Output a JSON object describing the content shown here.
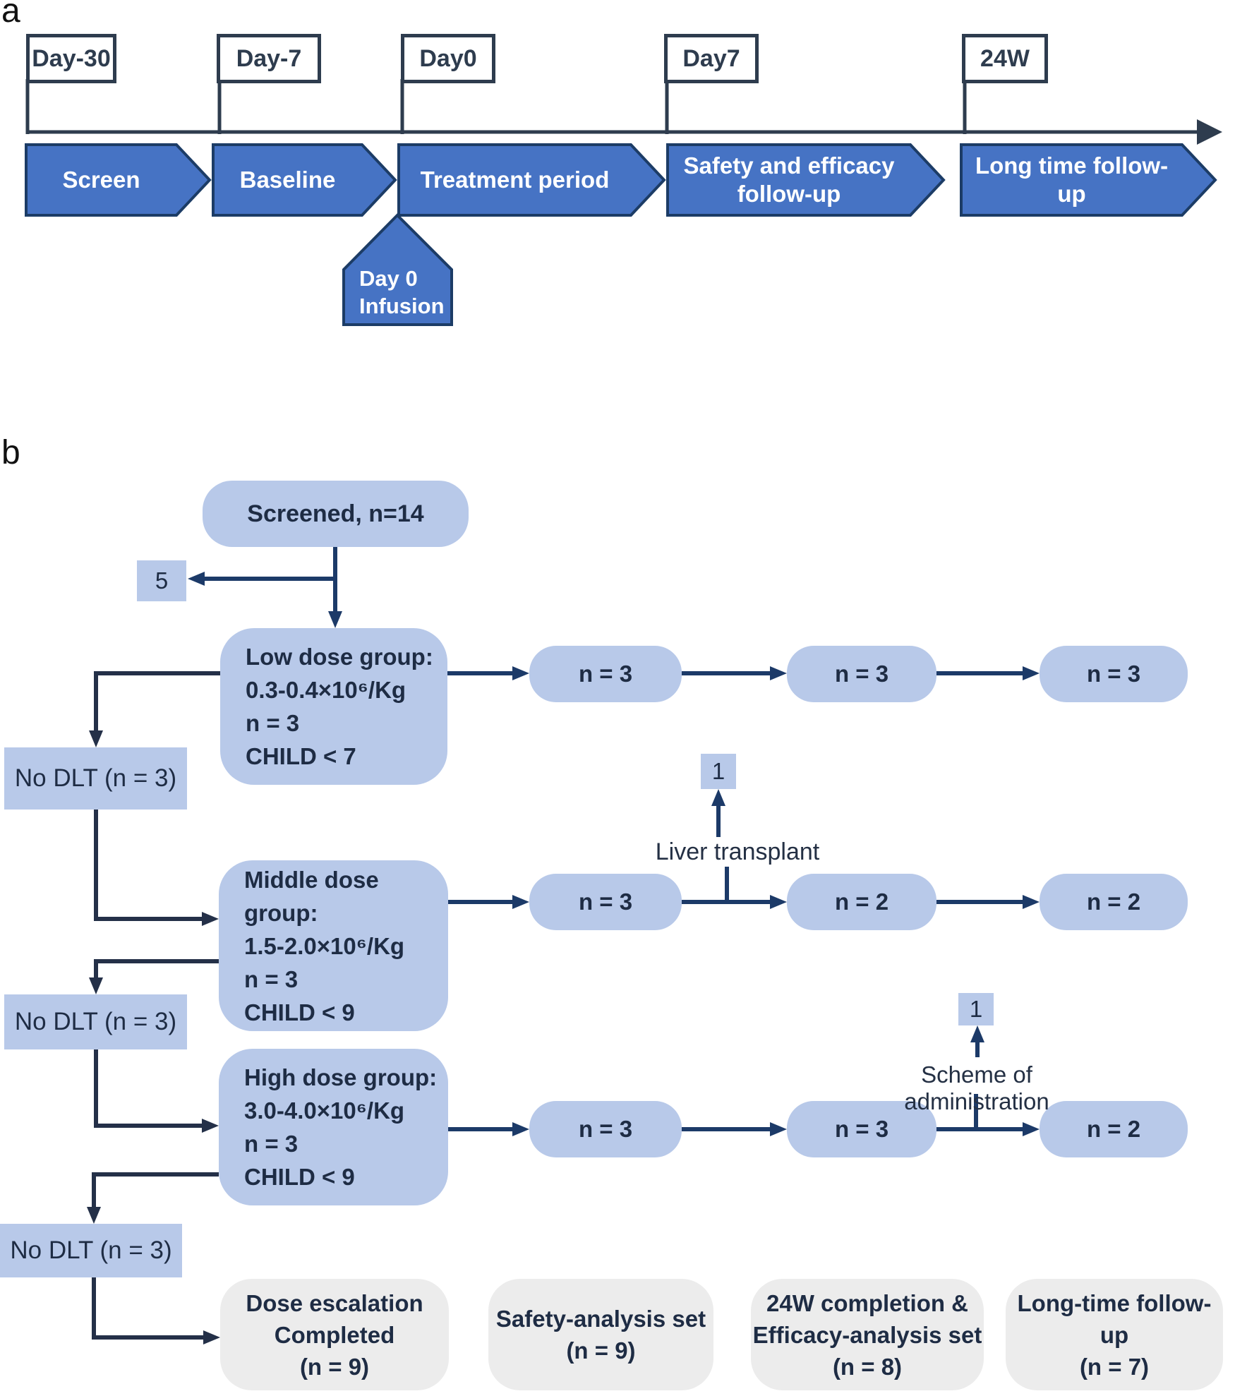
{
  "panel_a": {
    "label": "a",
    "flags": [
      {
        "label": "Day-30"
      },
      {
        "label": "Day-7"
      },
      {
        "label": "Day0"
      },
      {
        "label": "Day7"
      },
      {
        "label": "24W"
      }
    ],
    "phases": [
      {
        "label": "Screen"
      },
      {
        "label": "Baseline"
      },
      {
        "label": "Treatment period"
      },
      {
        "label": "Safety and efficacy\nfollow-up"
      },
      {
        "label": "Long time follow-\nup"
      }
    ],
    "infusion_callout": "Day 0\nInfusion"
  },
  "panel_b": {
    "label": "b",
    "screened": "Screened, n=14",
    "screen_fail_count": "5",
    "no_dlt": [
      "No DLT (n = 3)",
      "No DLT (n = 3)",
      "No DLT (n = 3)"
    ],
    "groups": [
      {
        "text": "Low dose group:\n0.3-0.4×10⁶/Kg\nn = 3\nCHILD < 7"
      },
      {
        "text": "Middle dose group:\n1.5-2.0×10⁶/Kg\nn = 3\nCHILD < 9"
      },
      {
        "text": "High dose group:\n3.0-4.0×10⁶/Kg\nn = 3\nCHILD < 9"
      }
    ],
    "rows": [
      {
        "cells": [
          "n = 3",
          "n = 3",
          "n = 3"
        ]
      },
      {
        "cells": [
          "n = 3",
          "n = 2",
          "n = 2"
        ]
      },
      {
        "cells": [
          "n = 3",
          "n = 3",
          "n = 2"
        ]
      }
    ],
    "dropouts": [
      {
        "count": "1",
        "label": "Liver transplant"
      },
      {
        "count": "1",
        "label": "Scheme of administration"
      }
    ],
    "outcomes": [
      {
        "text": "Dose escalation\nCompleted\n(n = 9)"
      },
      {
        "text": "Safety-analysis set\n(n = 9)"
      },
      {
        "text": "24W completion &\nEfficacy-analysis set\n(n = 8)"
      },
      {
        "text": "Long-time follow-up\n(n = 7)"
      }
    ]
  },
  "colors": {
    "phase_arrow_fill": "#4673c4",
    "phase_arrow_border": "#1c3c66",
    "timeline_and_flags": "#2e3c4e",
    "flowchart_box_fill": "#b8c9e9",
    "connector_navy": "#1c3a68",
    "connector_dark": "#243048",
    "outcome_box_fill": "#ececec",
    "dark_text": "#1e2c44"
  }
}
